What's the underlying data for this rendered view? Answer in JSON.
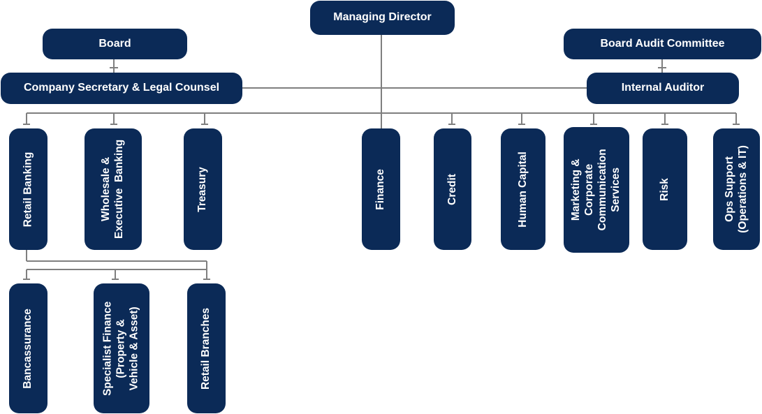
{
  "org_chart": {
    "colors": {
      "box_fill": "#0b2a57",
      "box_text": "#ffffff",
      "connector": "#7f7f7f"
    },
    "top": {
      "managing_director": "Managing Director",
      "board": "Board",
      "board_audit_committee": "Board Audit Committee",
      "company_secretary": "Company Secretary & Legal Counsel",
      "internal_auditor": "Internal Auditor"
    },
    "departments": {
      "retail_banking": "Retail Banking",
      "wholesale_banking": "Wholesale &\nExecutive  Banking",
      "treasury": "Treasury",
      "finance": "Finance",
      "credit": "Credit",
      "human_capital": "Human Capital",
      "marketing": "Marketing &\nCorporate\nCommunication\nServices",
      "risk": "Risk",
      "ops_support": "Ops Support\n(Operations & IT)"
    },
    "retail_sub_units": {
      "bancassurance": "Bancassurance",
      "specialist_finance": "Specialist Finance\n(Property &\nVehicle & Asset)",
      "retail_branches": "Retail Branches"
    }
  }
}
